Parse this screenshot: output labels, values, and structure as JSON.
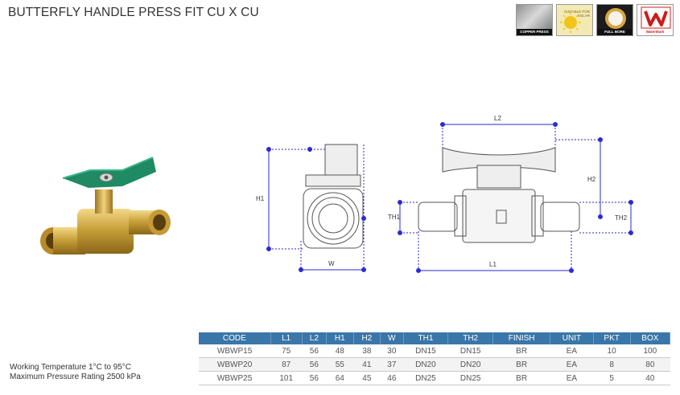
{
  "title": "BUTTERFLY HANDLE PRESS FIT CU X CU",
  "badges": [
    {
      "name": "copper-press-badge",
      "caption": "COPPER PRESS"
    },
    {
      "name": "solar-badge",
      "caption": "SUITABLE FOR SOLAR"
    },
    {
      "name": "full-bore-badge",
      "caption": "FULL BORE"
    },
    {
      "name": "watermark-badge",
      "caption": "WaterMark"
    }
  ],
  "diagram_labels": {
    "h1": "H1",
    "w": "W",
    "l2": "L2",
    "h2": "H2",
    "th1": "TH1",
    "th2": "TH2",
    "l1": "L1"
  },
  "specs": {
    "working_temperature": "Working Temperature  1°C to 95°C",
    "max_pressure": "Maximum Pressure Rating  2500 kPa"
  },
  "table": {
    "headers": [
      "CODE",
      "L1",
      "L2",
      "H1",
      "H2",
      "W",
      "TH1",
      "TH2",
      "FINISH",
      "UNIT",
      "PKT",
      "BOX"
    ],
    "rows": [
      [
        "WBWP15",
        "75",
        "56",
        "48",
        "38",
        "30",
        "DN15",
        "DN15",
        "BR",
        "EA",
        "10",
        "100"
      ],
      [
        "WBWP20",
        "87",
        "56",
        "55",
        "41",
        "37",
        "DN20",
        "DN20",
        "BR",
        "EA",
        "8",
        "80"
      ],
      [
        "WBWP25",
        "101",
        "56",
        "64",
        "45",
        "46",
        "DN25",
        "DN25",
        "BR",
        "EA",
        "5",
        "40"
      ]
    ]
  },
  "colors": {
    "dimension": "#2a2ad6",
    "table_header": "#3a76a8",
    "handle": "#1f8a63",
    "brass": "#c9a13a"
  }
}
